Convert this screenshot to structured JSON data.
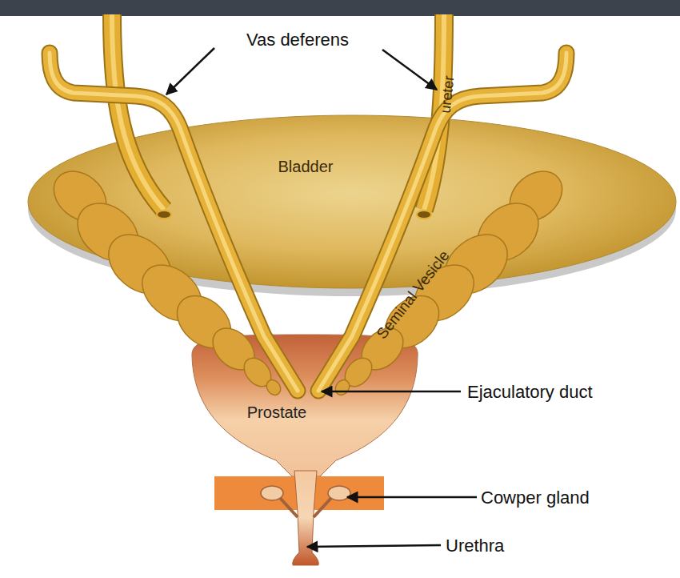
{
  "diagram": {
    "labels": [
      "Vas deferens",
      "ureter",
      "Bladder",
      "Seminal Vesicle",
      "Ejaculatory duct",
      "Prostate",
      "Cowper gland",
      "Urethra"
    ]
  }
}
